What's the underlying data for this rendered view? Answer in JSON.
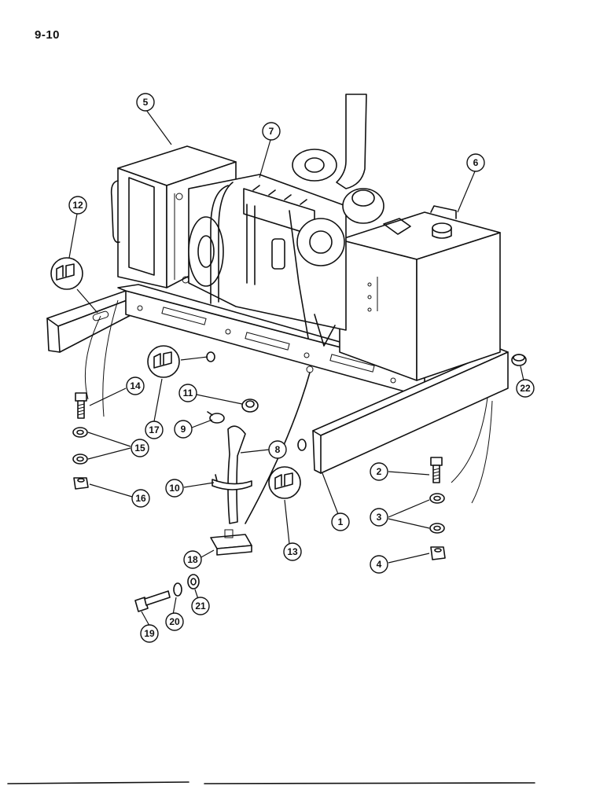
{
  "page_number": "9-10",
  "callouts": [
    {
      "id": "c1",
      "label": "1"
    },
    {
      "id": "c2",
      "label": "2"
    },
    {
      "id": "c3",
      "label": "3"
    },
    {
      "id": "c4",
      "label": "4"
    },
    {
      "id": "c5",
      "label": "5"
    },
    {
      "id": "c6",
      "label": "6"
    },
    {
      "id": "c7",
      "label": "7"
    },
    {
      "id": "c8",
      "label": "8"
    },
    {
      "id": "c9",
      "label": "9"
    },
    {
      "id": "c10",
      "label": "10"
    },
    {
      "id": "c11",
      "label": "11"
    },
    {
      "id": "c12",
      "label": "12"
    },
    {
      "id": "c13",
      "label": "13"
    },
    {
      "id": "c14",
      "label": "14"
    },
    {
      "id": "c15",
      "label": "15"
    },
    {
      "id": "c16",
      "label": "16"
    },
    {
      "id": "c17",
      "label": "17"
    },
    {
      "id": "c18",
      "label": "18"
    },
    {
      "id": "c19",
      "label": "19"
    },
    {
      "id": "c20",
      "label": "20"
    },
    {
      "id": "c21",
      "label": "21"
    },
    {
      "id": "c22",
      "label": "22"
    }
  ]
}
